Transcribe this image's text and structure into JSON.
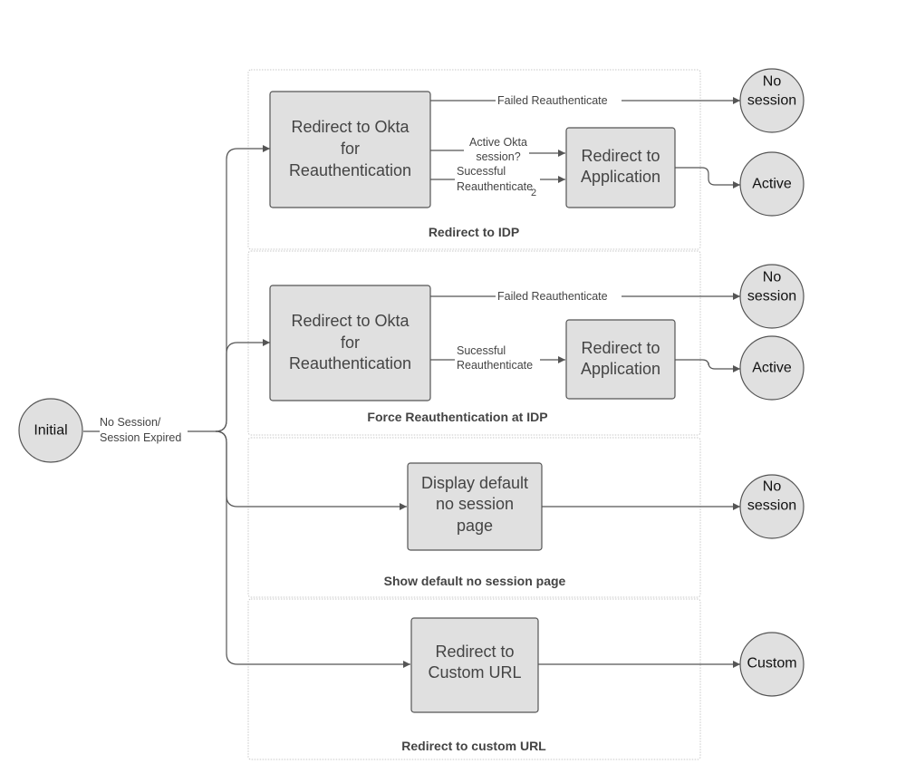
{
  "colors": {
    "node_fill": "#e0e0e0",
    "node_stroke": "#555555",
    "panel_stroke": "#c8c8c8"
  },
  "start_state": {
    "label": "Initial"
  },
  "start_edge": {
    "lines": [
      "No Session/",
      "Session Expired"
    ]
  },
  "groups": [
    {
      "title": "Redirect to IDP",
      "redirect_box": [
        "Redirect to Okta",
        "for",
        "Reauthentication"
      ],
      "failed_edge": "Failed  Reauthenticate",
      "failed_state": [
        "No",
        "session"
      ],
      "active_edge": [
        "Active Okta",
        "session?"
      ],
      "success_edge": [
        "Sucessful",
        "Reauthenticate"
      ],
      "success_mark": "2",
      "app_box": [
        "Redirect to",
        "Application"
      ],
      "active_state": [
        "Active"
      ]
    },
    {
      "title": "Force Reauthentication at IDP",
      "redirect_box": [
        "Redirect to Okta",
        "for",
        "Reauthentication"
      ],
      "failed_edge": "Failed  Reauthenticate",
      "failed_state": [
        "No",
        "session"
      ],
      "success_edge": [
        "Sucessful",
        "Reauthenticate"
      ],
      "app_box": [
        "Redirect to",
        "Application"
      ],
      "active_state": [
        "Active"
      ]
    },
    {
      "title": "Show default no session page",
      "box": [
        "Display default",
        "no session",
        "page"
      ],
      "state": [
        "No",
        "session"
      ]
    },
    {
      "title": "Redirect to custom URL",
      "box": [
        "Redirect to",
        "Custom URL"
      ],
      "state": [
        "Custom"
      ]
    }
  ]
}
